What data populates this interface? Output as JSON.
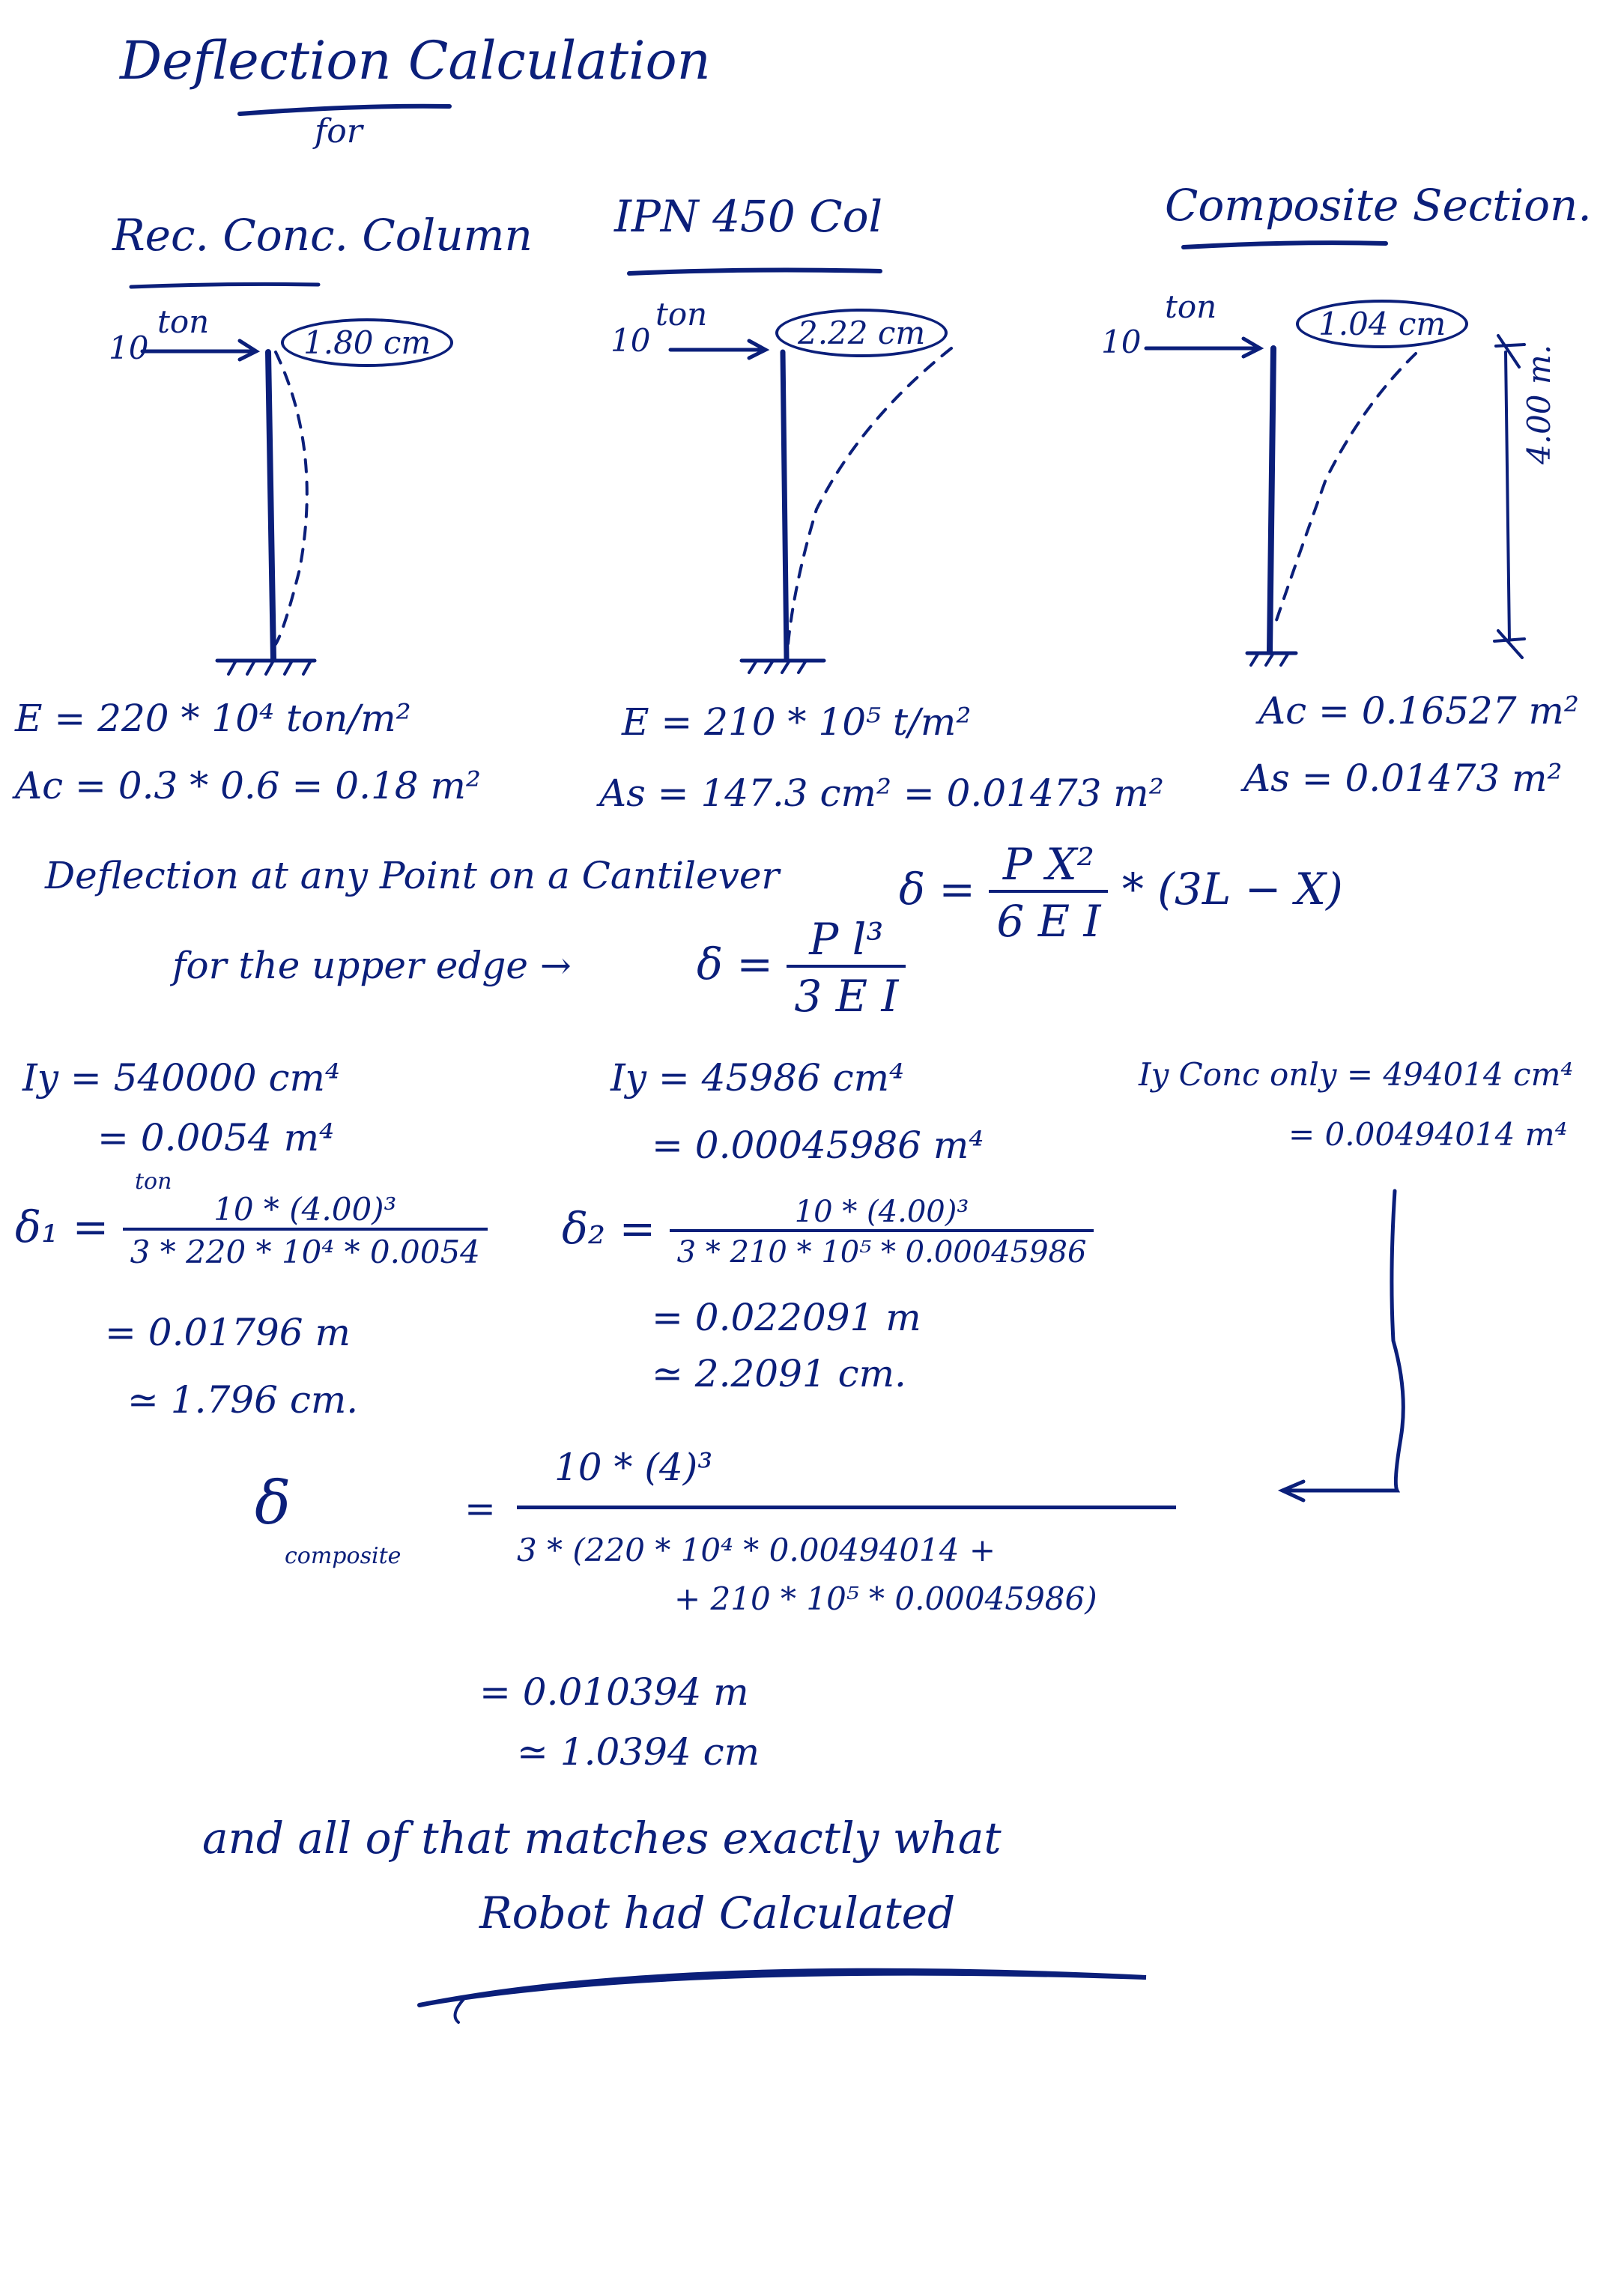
{
  "title": {
    "main": "Deflection Calculation",
    "sub": "for"
  },
  "sections": [
    {
      "heading": "Rec. Conc. Column",
      "load_value": "10",
      "load_unit": "ton",
      "deflection_label": "1.80 cm",
      "E": "E = 220 * 10⁴ ton/m²",
      "area": "Ac = 0.3 * 0.6 = 0.18 m²"
    },
    {
      "heading": "IPN 450 Col",
      "load_value": "10",
      "load_unit": "ton",
      "deflection_label": "2.22 cm",
      "E": "E = 210 * 10⁵ t/m²",
      "area": "As = 147.3 cm² = 0.01473 m²"
    },
    {
      "heading": "Composite Section.",
      "load_value": "10",
      "load_unit": "ton",
      "deflection_label": "1.04 cm",
      "height_dim": "4.00 m.",
      "area_concrete": "Ac = 0.16527 m²",
      "area_steel": "As = 0.01473 m²"
    }
  ],
  "formulas": {
    "general_text": "Deflection at any Point on a Cantilever",
    "general_lhs": "δ =",
    "general_num": "P X²",
    "general_den": "6 E I",
    "general_tail": "* (3L − X)",
    "tip_text": "for the upper edge →",
    "tip_lhs": "δ =",
    "tip_num": "P l³",
    "tip_den": "3 E I"
  },
  "calc_concrete": {
    "iy_cm": "Iy = 540000 cm⁴",
    "iy_m": "= 0.0054 m⁴",
    "lhs": "δ₁ =",
    "num_unit": "ton",
    "num": "10 * (4.00)³",
    "den": "3 * 220 * 10⁴ * 0.0054",
    "result_m": "= 0.01796 m",
    "result_cm": "≃ 1.796 cm."
  },
  "calc_steel": {
    "iy_cm": "Iy = 45986 cm⁴",
    "iy_m": "= 0.00045986 m⁴",
    "lhs": "δ₂ =",
    "num": "10 * (4.00)³",
    "den": "3 * 210 * 10⁵ * 0.00045986",
    "result_m": "= 0.022091 m",
    "result_cm": "≃ 2.2091 cm."
  },
  "calc_composite_inertia": {
    "iy_cm": "Iy Conc only = 494014 cm⁴",
    "iy_m": "= 0.00494014 m⁴"
  },
  "calc_composite": {
    "lhs_symbol": "δ",
    "lhs_sub": "composite",
    "eq": "=",
    "num": "10 * (4)³",
    "den_line1": "3 * (220 * 10⁴ * 0.00494014 +",
    "den_line2": "+ 210 * 10⁵ * 0.00045986)",
    "result_m": "= 0.010394 m",
    "result_cm": "≃ 1.0394 cm"
  },
  "conclusion": {
    "line1": "and all of that matches exactly what",
    "line2": "Robot had Calculated"
  },
  "colors": {
    "ink": "#0b1f7a",
    "paper": "#ffffff"
  }
}
